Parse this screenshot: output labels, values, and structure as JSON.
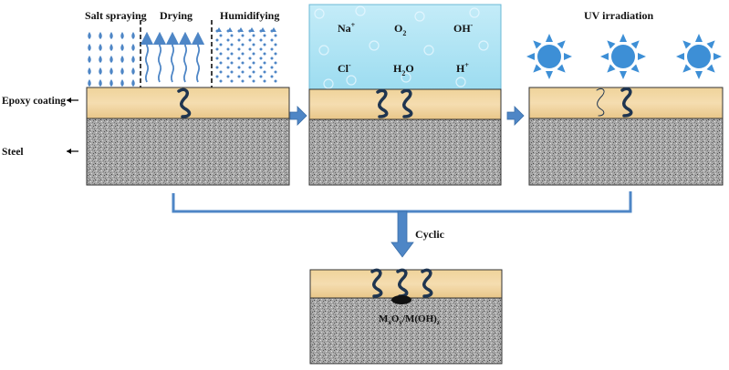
{
  "steps": {
    "salt_spraying": "Salt spraying",
    "drying": "Drying",
    "humidifying": "Humidifying",
    "uv_irradiation": "UV irradiation",
    "cyclic": "Cyclic"
  },
  "layers": {
    "epoxy_coating": "Epoxy coating",
    "steel": "Steel"
  },
  "ions": {
    "na": {
      "base": "Na",
      "sup": "+"
    },
    "o2": {
      "base": "O",
      "sub": "2"
    },
    "oh": {
      "base": "OH",
      "sup": "-"
    },
    "cl": {
      "base": "Cl",
      "sup": "-"
    },
    "h2o": {
      "base": "H",
      "sub": "2",
      "tail": "O"
    },
    "h": {
      "base": "H",
      "sup": "+"
    }
  },
  "product": {
    "m1": "M",
    "s1": "x",
    "m2": "O",
    "s2": "y",
    "m3": "/M(OH)",
    "s3": "z"
  },
  "colors": {
    "coating": "#f2d5a0",
    "steel": "#9a9a9a",
    "arrow": "#4e86c6",
    "sun": "#3d8fd6",
    "water": "#aee4f4",
    "crack": "#1f3550"
  }
}
